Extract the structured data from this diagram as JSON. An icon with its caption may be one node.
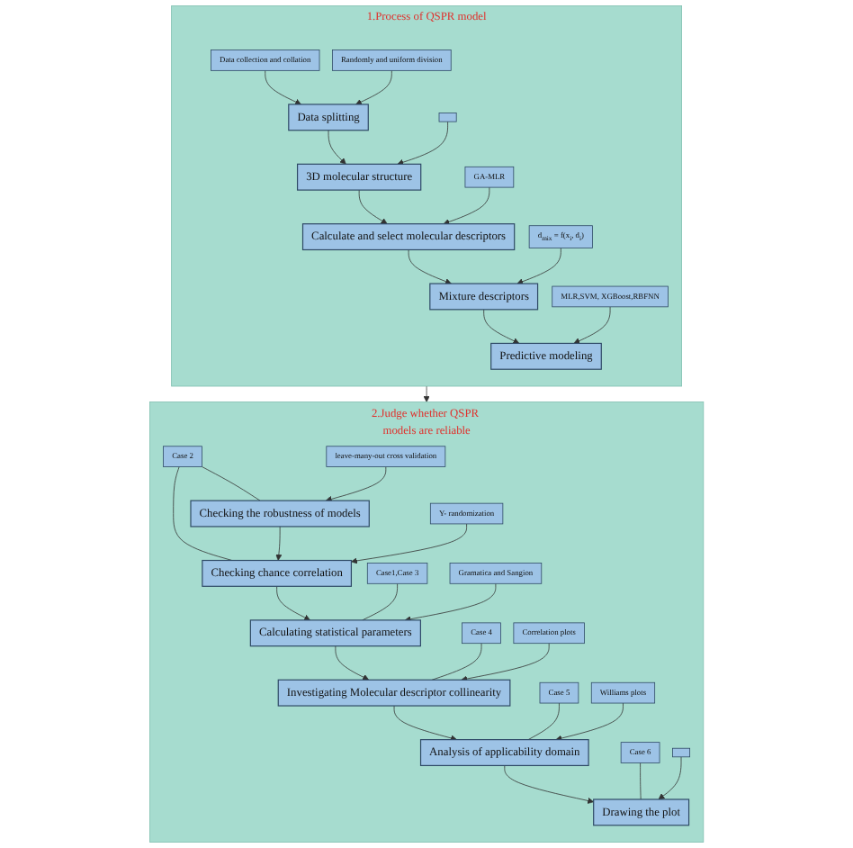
{
  "diagram": {
    "nodes": [
      {
        "text": [
          "1.Process of QSPR model"
        ]
      },
      {
        "text": [
          "Data collection and collation"
        ],
        "in": 0
      },
      {
        "text": [
          "Data splitting"
        ],
        "in": 0
      },
      {
        "text": [
          "Randomly and uniform division"
        ],
        "in": 0
      },
      {
        "text": [
          "3D molecular structure"
        ],
        "in": 0
      },
      {
        "text": [],
        "shape": "box",
        "in": 0
      },
      {
        "text": [
          "Calculate and select molecular descriptors"
        ],
        "in": 0
      },
      {
        "text": [
          "GA-MLR"
        ],
        "in": 0
      },
      {
        "text": [
          "Mixture descriptors"
        ],
        "in": 0
      },
      {
        "text": [
          "d$_{mix}$ = f(x$_{i}$, d$_{i}$)"
        ],
        "in": 0
      },
      {
        "text": [
          "Predictive modeling"
        ],
        "in": 0
      },
      {
        "text": [
          "MLR,SVM, XGBoost,RBFNN"
        ],
        "in": 0
      },
      {
        "text": [
          "2.Judge whether QSPR models are reliable"
        ]
      },
      {
        "text": [
          "Case 2"
        ],
        "in": 12
      },
      {
        "text": [
          "Checking the robustness of models"
        ],
        "in": 12
      },
      {
        "text": [
          "leave-many-out cross validation"
        ],
        "in": 12
      },
      {
        "text": [
          "Checking chance correlation"
        ],
        "in": 12
      },
      {
        "text": [
          "Y- randomization"
        ],
        "in": 12
      },
      {
        "text": [
          "Case1,Case 3"
        ],
        "in": 12
      },
      {
        "text": [
          "Calculating statistical parameters"
        ],
        "in": 12
      },
      {
        "text": [
          "Gramatica and Sangion"
        ],
        "in": 12
      },
      {
        "text": [
          "Case 4"
        ],
        "in": 12
      },
      {
        "text": [
          "Investigating Molecular descriptor collinearity"
        ],
        "in": 12
      },
      {
        "text": [
          "Correlation plots"
        ],
        "in": 12
      },
      {
        "text": [
          "Case 5"
        ],
        "in": 12
      },
      {
        "text": [
          "Analysis of applicability domain"
        ],
        "in": 12
      },
      {
        "text": [
          "Williams plots"
        ],
        "in": 12
      },
      {
        "text": [
          "Case 6"
        ],
        "in": 12
      },
      {
        "text": [
          "Drawing the plot"
        ],
        "in": 12
      },
      {
        "text": [],
        "shape": "box",
        "in": 12
      }
    ],
    "edges": [
      {
        "from": 1,
        "to": 2,
        "arrow": "to"
      },
      {
        "from": 3,
        "to": 2,
        "arrow": "to"
      },
      {
        "from": 2,
        "to": 4,
        "arrow": "to"
      },
      {
        "from": 5,
        "to": 4,
        "arrow": "to"
      },
      {
        "from": 4,
        "to": 6,
        "arrow": "to"
      },
      {
        "from": 7,
        "to": 6,
        "arrow": "to"
      },
      {
        "from": 6,
        "to": 8,
        "arrow": "to"
      },
      {
        "from": 9,
        "to": 8,
        "arrow": "to"
      },
      {
        "from": 8,
        "to": 10,
        "arrow": "to"
      },
      {
        "from": 11,
        "to": 10,
        "arrow": "to"
      },
      {
        "from": 0,
        "to": 12,
        "arrow": "to"
      },
      {
        "from": 13,
        "to": 14,
        "arrow": "none"
      },
      {
        "from": 13,
        "to": 16,
        "arrow": "none"
      },
      {
        "from": 15,
        "to": 14,
        "arrow": "to"
      },
      {
        "from": 14,
        "to": 16,
        "arrow": "to"
      },
      {
        "from": 17,
        "to": 16,
        "arrow": "to"
      },
      {
        "from": 16,
        "to": 19,
        "arrow": "to"
      },
      {
        "from": 18,
        "to": 19,
        "arrow": "none"
      },
      {
        "from": 20,
        "to": 19,
        "arrow": "to"
      },
      {
        "from": 19,
        "to": 22,
        "arrow": "to"
      },
      {
        "from": 21,
        "to": 22,
        "arrow": "none"
      },
      {
        "from": 23,
        "to": 22,
        "arrow": "to"
      },
      {
        "from": 22,
        "to": 25,
        "arrow": "to"
      },
      {
        "from": 24,
        "to": 25,
        "arrow": "none"
      },
      {
        "from": 26,
        "to": 25,
        "arrow": "to"
      },
      {
        "from": 25,
        "to": 28,
        "arrow": "to"
      },
      {
        "from": 27,
        "to": 28,
        "arrow": "none"
      },
      {
        "from": 29,
        "to": 28,
        "arrow": "to"
      }
    ]
  }
}
